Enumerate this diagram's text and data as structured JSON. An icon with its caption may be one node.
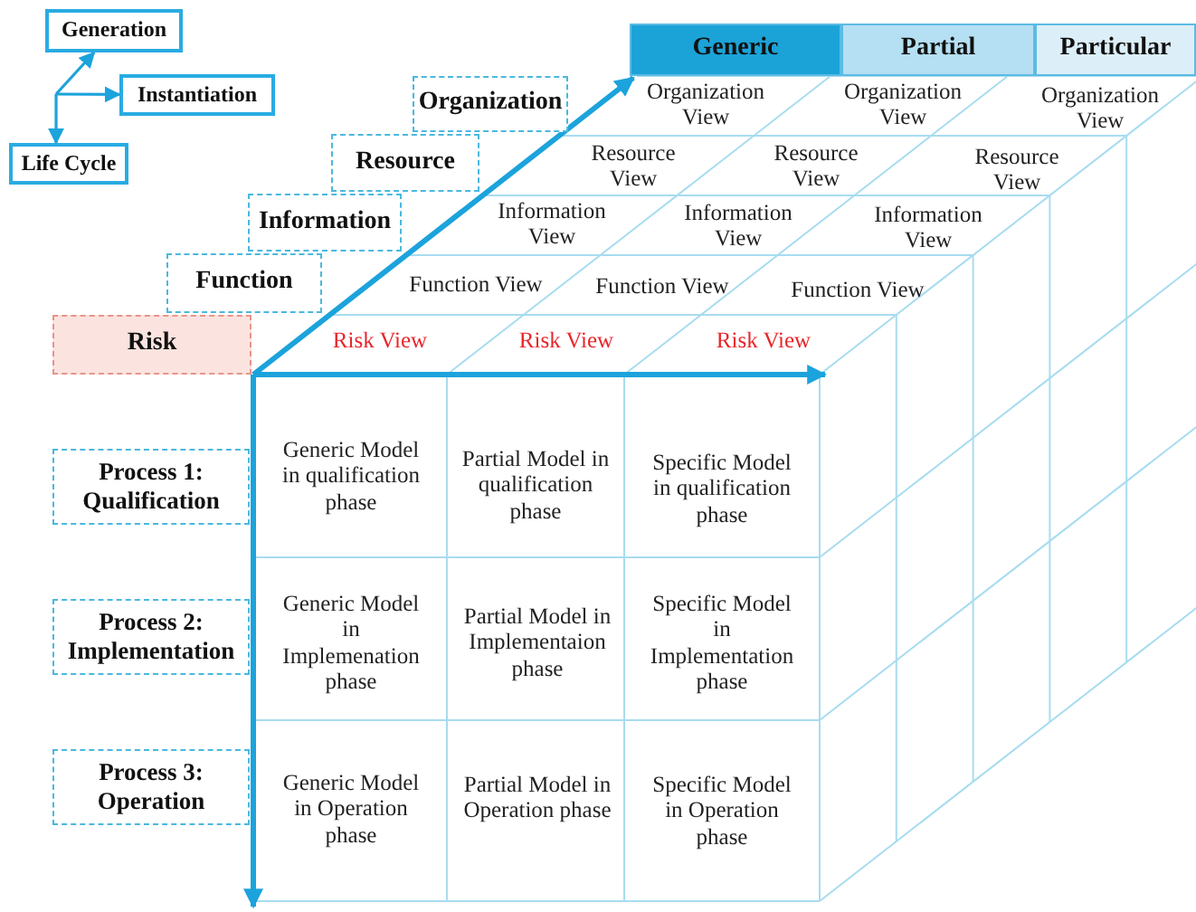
{
  "diagram": {
    "nodes": [
      {
        "text": [
          "Generation"
        ]
      },
      {
        "text": [
          "Instantiation"
        ]
      },
      {
        "text": [
          "Life Cycle"
        ]
      },
      {
        "text": [
          "Organization"
        ]
      },
      {
        "text": [
          "Resource"
        ]
      },
      {
        "text": [
          "Information"
        ]
      },
      {
        "text": [
          "Function"
        ]
      },
      {
        "text": [
          "Risk"
        ]
      },
      {
        "text": [
          "Generic"
        ]
      },
      {
        "text": [
          "Partial"
        ]
      },
      {
        "text": [
          "Particular"
        ]
      },
      {
        "text": [
          "Process 1: Qualification"
        ]
      },
      {
        "text": [
          "Process 2: Implementation"
        ]
      },
      {
        "text": [
          "Process 3: Operation"
        ]
      }
    ],
    "edges": [
      {
        "from": null,
        "to": 0,
        "arrow": "to"
      },
      {
        "from": null,
        "to": 1,
        "arrow": "to"
      },
      {
        "from": null,
        "to": 2,
        "arrow": "to"
      }
    ],
    "labels": [
      "Organization View",
      "Organization View",
      "Organization View",
      "Resource View",
      "Resource View",
      "Resource View",
      "Information View",
      "Information View",
      "Information View",
      "Function View",
      "Function View",
      "Function View",
      "Risk View",
      "Risk View",
      "Risk View",
      "Generic Model in qualification phase",
      "Partial Model in qualification phase",
      "Specific Model in qualification phase",
      "Generic Model in Implemenation phase",
      "Partial Model in Implementaion phase",
      "Specific Model in Implementation phase",
      "Generic Model in Operation phase",
      "Partial Model in Operation phase",
      "Specific Model in Operation phase"
    ]
  }
}
